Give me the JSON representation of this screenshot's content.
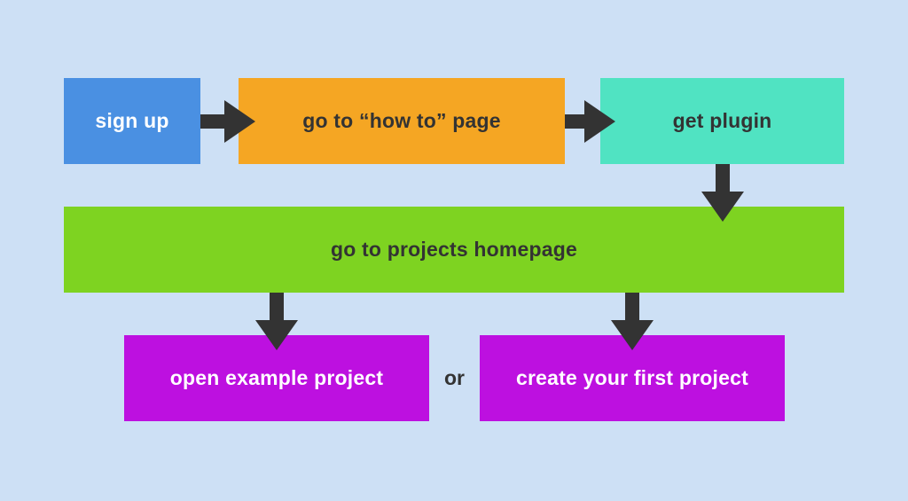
{
  "steps": {
    "sign_up": {
      "label": "sign up",
      "color": "#4a90e2",
      "text_color": "#ffffff"
    },
    "how_to": {
      "label": "go to “how to” page",
      "color": "#f5a623",
      "text_color": "#333333"
    },
    "get_plugin": {
      "label": "get plugin",
      "color": "#50e3c2",
      "text_color": "#333333"
    },
    "projects_homepage": {
      "label": "go to projects homepage",
      "color": "#7ed321",
      "text_color": "#333333"
    },
    "open_example": {
      "label": "open example project",
      "color": "#bd10e0",
      "text_color": "#ffffff"
    },
    "create_first": {
      "label": "create your first project",
      "color": "#bd10e0",
      "text_color": "#ffffff"
    }
  },
  "connector": {
    "label": "or",
    "color": "#333333"
  },
  "colors": {
    "background": "#cde0f5",
    "arrow": "#333333"
  },
  "flow": [
    [
      "sign_up",
      "how_to"
    ],
    [
      "how_to",
      "get_plugin"
    ],
    [
      "get_plugin",
      "projects_homepage"
    ],
    [
      "projects_homepage",
      "open_example"
    ],
    [
      "projects_homepage",
      "create_first"
    ]
  ]
}
